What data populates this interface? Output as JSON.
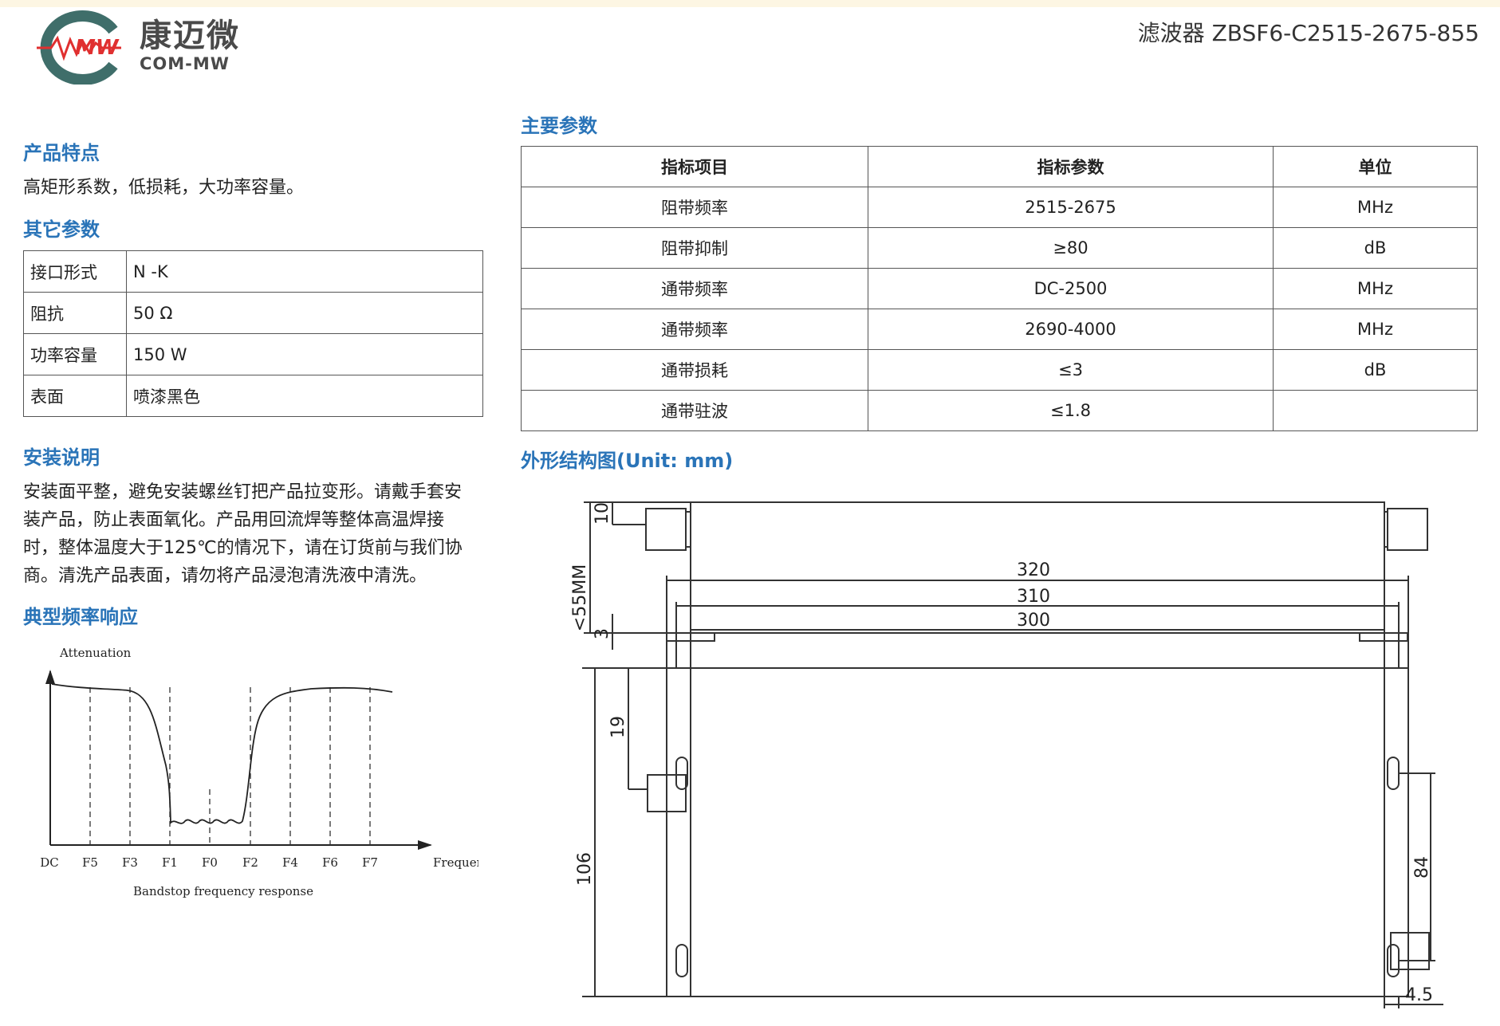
{
  "brand": {
    "name_cn": "康迈微",
    "name_en": "COM-MW",
    "colors": {
      "ring": "#3f6e6a",
      "accent": "#e03030",
      "section_title": "#2a74b8"
    }
  },
  "doc_title": "滤波器 ZBSF6-C2515-2675-855",
  "features": {
    "heading": "产品特点",
    "text": "高矩形系数，低损耗，大功率容量。"
  },
  "other_params": {
    "heading": "其它参数",
    "rows": [
      {
        "label": "接口形式",
        "value": "N -K"
      },
      {
        "label": "阻抗",
        "value": "50 Ω"
      },
      {
        "label": "功率容量",
        "value": "150 W"
      },
      {
        "label": "表面",
        "value": "喷漆黑色"
      }
    ]
  },
  "install": {
    "heading": "安装说明",
    "lines": [
      "安装面平整，避免安装螺丝钉把产品拉变形。请戴手套安",
      "装产品，防止表面氧化。产品用回流焊等整体高温焊接",
      "时，整体温度大于125℃的情况下，请在订货前与我们协",
      "商。清洗产品表面，请勿将产品浸泡清洗液中清洗。"
    ]
  },
  "response": {
    "heading": "典型频率响应",
    "y_label": "Attenuation",
    "x_label": "Frequency",
    "caption": "Bandstop frequency response",
    "ticks": [
      "DC",
      "F5",
      "F3",
      "F1",
      "F0",
      "F2",
      "F4",
      "F6",
      "F7"
    ]
  },
  "main_params": {
    "heading": "主要参数",
    "headers": [
      "指标项目",
      "指标参数",
      "单位"
    ],
    "rows": [
      [
        "阻带频率",
        "2515-2675",
        "MHz"
      ],
      [
        "阻带抑制",
        "≥80",
        "dB"
      ],
      [
        "通带频率",
        "DC-2500",
        "MHz"
      ],
      [
        "通带频率",
        "2690-4000",
        "MHz"
      ],
      [
        "通带损耗",
        "≤3",
        "dB"
      ],
      [
        "通带驻波",
        "≤1.8",
        ""
      ]
    ]
  },
  "outline": {
    "heading": "外形结构图(Unit: mm)",
    "dims": {
      "d10": "10",
      "d55": "<55MM",
      "d3": "3",
      "d320": "320",
      "d310": "310",
      "d300": "300",
      "d19": "19",
      "d106": "106",
      "d84": "84",
      "d45": "4.5"
    }
  }
}
